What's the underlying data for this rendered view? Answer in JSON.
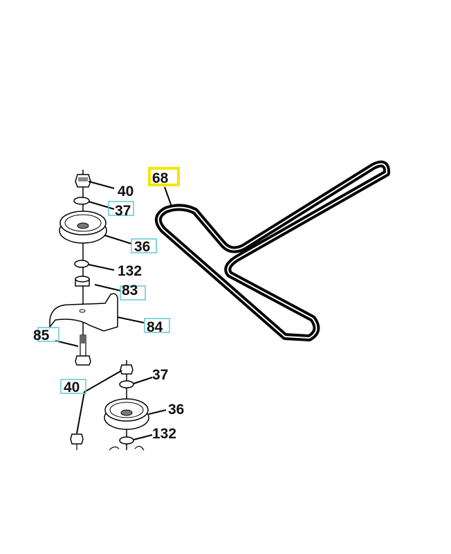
{
  "labels": {
    "belt": "68",
    "nut_top": "40",
    "washer_top": "37",
    "pulley_top": "36",
    "washer_mid": "132",
    "spacer": "83",
    "bracket": "84",
    "bolt": "85",
    "nut_bottom": "40",
    "washer_bottom": "37",
    "pulley_bottom": "36",
    "washer_bottom2": "132"
  },
  "colors": {
    "highlight": "#f5e400",
    "callout_box": "#5bc8d0",
    "belt": "#000000"
  }
}
